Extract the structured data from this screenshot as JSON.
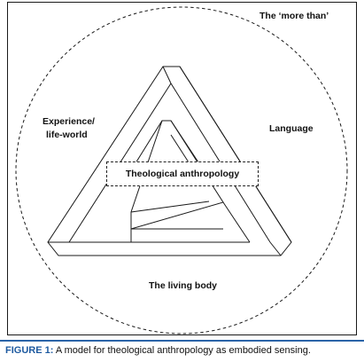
{
  "figure": {
    "labels": {
      "more_than": "The ‘more than’",
      "experience_line1": "Experience/",
      "experience_line2": "life-world",
      "language": "Language",
      "living_body": "The living body",
      "center": "Theological anthropology"
    },
    "caption": {
      "label": "FIGURE 1:",
      "text": " A model for theological anthropology as embodied sensing."
    },
    "colors": {
      "caption_accent": "#1e5aa0",
      "rule": "#2b64a8",
      "stroke": "#1a1a1a"
    }
  }
}
